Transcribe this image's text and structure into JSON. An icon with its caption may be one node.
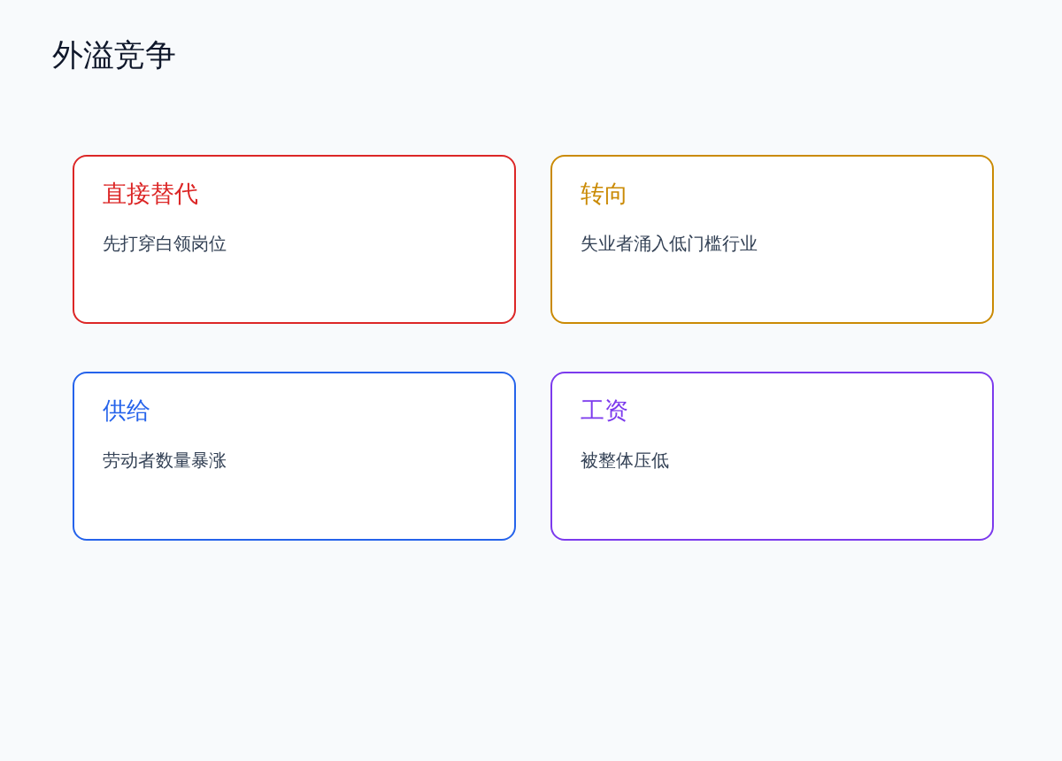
{
  "diagram": {
    "title": "外溢竞争",
    "nodes": [
      {
        "text": [
          "直接替代",
          "先打穿白领岗位"
        ]
      },
      {
        "text": [
          "转向",
          "失业者涌入低门槛行业"
        ]
      },
      {
        "text": [
          "供给",
          "劳动者数量暴涨"
        ]
      },
      {
        "text": [
          "工资",
          "被整体压低"
        ]
      }
    ]
  }
}
